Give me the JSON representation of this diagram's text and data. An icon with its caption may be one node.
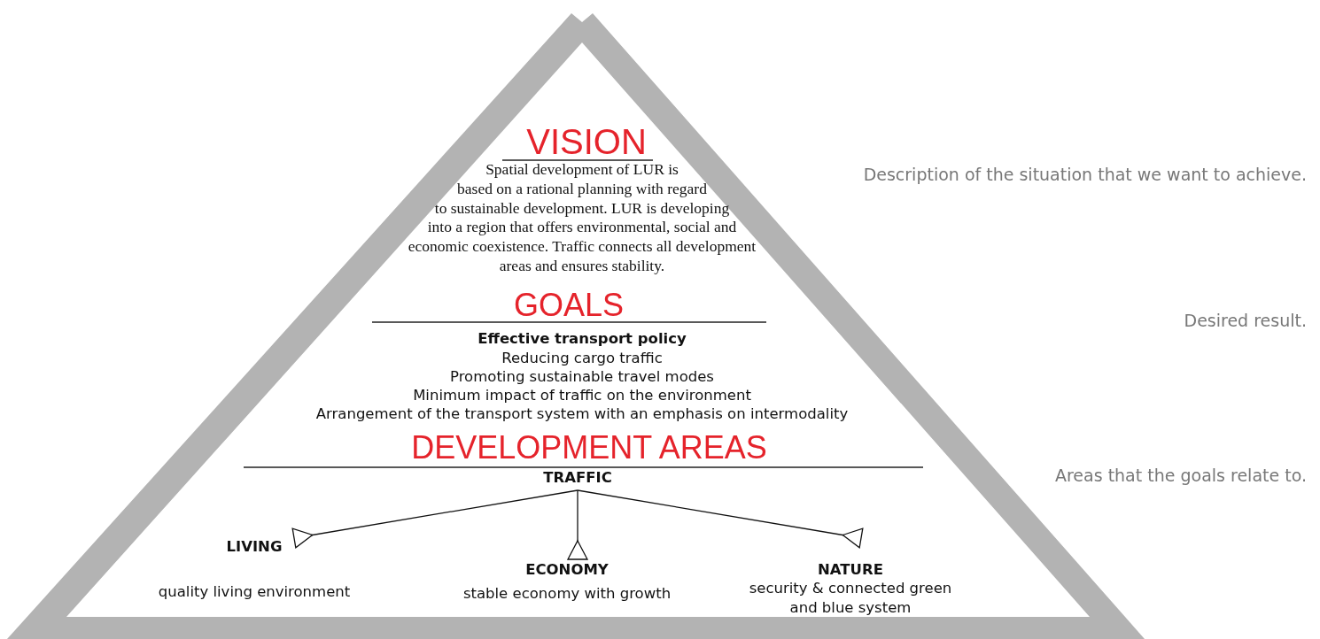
{
  "diagram": {
    "nodes": [
      {
        "text": [
          "VISION",
          "Spatial development of LUR is based on a rational planning with regard to sustainable development. LUR is developing into a region that offers environmental, social and economic coexistence. Traffic connects all development areas and ensures stability.",
          "GOALS",
          "Effective transport policy",
          "Reducing cargo traffic",
          "Promoting sustainable travel modes",
          "Minimum impact of traffic on the environment",
          "Arrangement of the transport system with an emphasis on intermodality",
          "DEVELOPMENT AREAS"
        ]
      },
      {
        "text": [
          "TRAFFIC"
        ],
        "in": 0
      },
      {
        "text": [
          "LIVING",
          "quality living environment"
        ],
        "in": 0
      },
      {
        "text": [
          "ECONOMY",
          "stable economy with growth"
        ],
        "in": 0
      },
      {
        "text": [
          "NATURE",
          "security & connected green and blue system"
        ],
        "in": 0
      }
    ],
    "edges": [
      {
        "from": 1,
        "to": 2,
        "arrow": "other"
      },
      {
        "from": 1,
        "to": 3,
        "arrow": "other"
      },
      {
        "from": 1,
        "to": 4,
        "arrow": "other"
      }
    ],
    "labels": [
      "Description of the situation that we want to achieve.",
      "Desired result.",
      "Areas that the goals relate to."
    ]
  }
}
